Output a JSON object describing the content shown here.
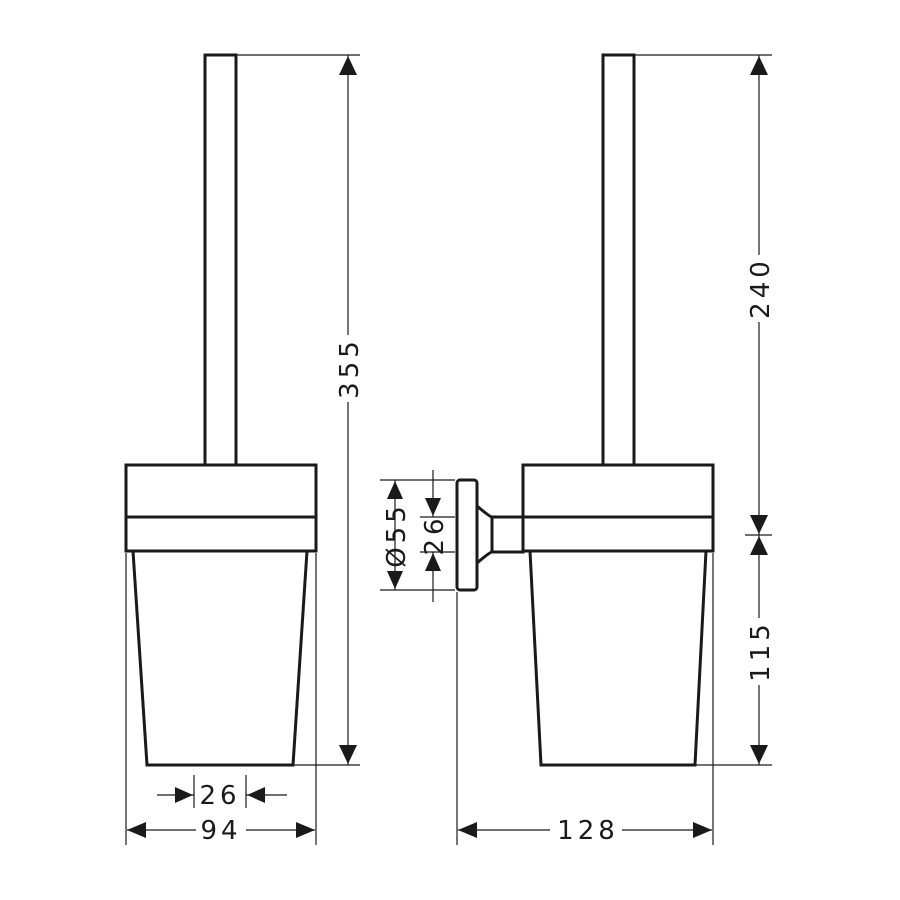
{
  "drawing": {
    "line_color": "#1a1a1a",
    "background": "#ffffff",
    "dimensions": {
      "front_total_height": "355",
      "front_handle_width": "26",
      "front_width": "94",
      "side_upper_height": "240",
      "side_lower_height": "115",
      "side_depth": "128",
      "wall_plate_diameter": "Ø55",
      "wall_post_width": "26"
    }
  }
}
